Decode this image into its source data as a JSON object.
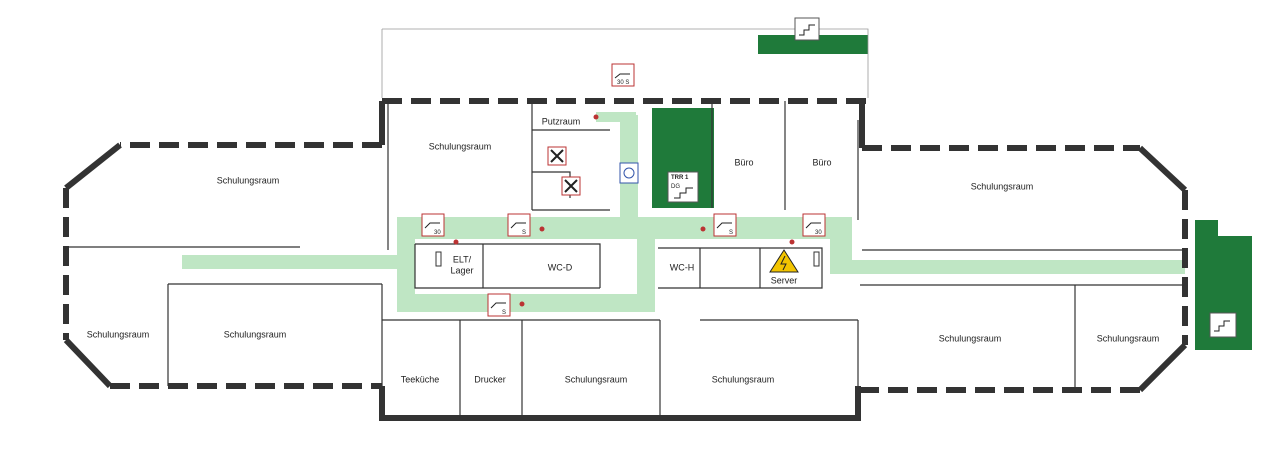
{
  "rooms": {
    "schulungsraum_west_top": "Schulungsraum",
    "schulungsraum_west_bottom": "Schulungsraum",
    "schulungsraum_west_bottom2": "Schulungsraum",
    "schulungsraum_center_top": "Schulungsraum",
    "putzraum": "Putzraum",
    "trr": "TRR 1",
    "buero1": "Büro",
    "buero2": "Büro",
    "schulungsraum_east_top": "Schulungsraum",
    "elt": "ELT/",
    "lager": "Lager",
    "wc_d": "WC-D",
    "wc_h": "WC-H",
    "server": "Server",
    "teekueche": "Teeküche",
    "drucker": "Drucker",
    "schulungsraum_south1": "Schulungsraum",
    "schulungsraum_south2": "Schulungsraum",
    "schulungsraum_east_bottom1": "Schulungsraum",
    "schulungsraum_east_bottom2": "Schulungsraum"
  },
  "signs": {
    "s30": "30",
    "s": "S",
    "s30s": "30 S",
    "dg": "DG"
  },
  "colors": {
    "escape_route": "#bfe6c4",
    "exit_green": "#1f7a3a",
    "wall": "#333333",
    "sign_red": "#bb3333"
  },
  "icons": [
    "stair-icon",
    "fire-door-icon",
    "elevator-icon",
    "high-voltage-icon",
    "extinguisher-icon"
  ]
}
